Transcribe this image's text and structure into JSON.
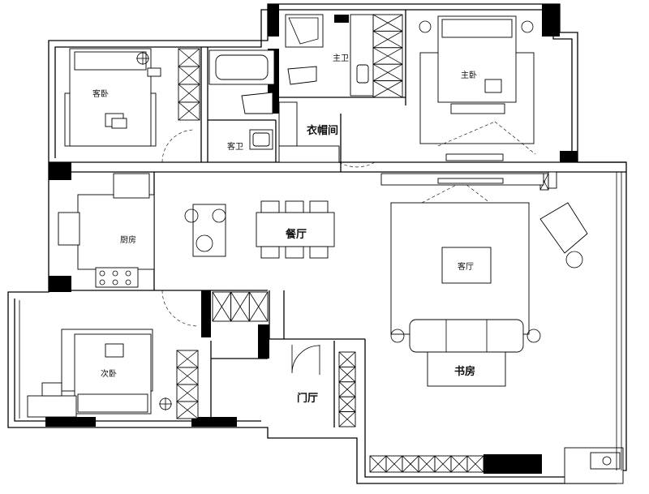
{
  "rooms": {
    "guest_bedroom": "客卧",
    "master_bath": "主卫",
    "master_bedroom": "主卧",
    "guest_bath": "客卫",
    "walk_in_closet": "衣帽间",
    "kitchen": "厨房",
    "dining_room": "餐厅",
    "living_room": "客厅",
    "second_bedroom": "次卧",
    "study": "书房",
    "foyer": "门厅"
  }
}
